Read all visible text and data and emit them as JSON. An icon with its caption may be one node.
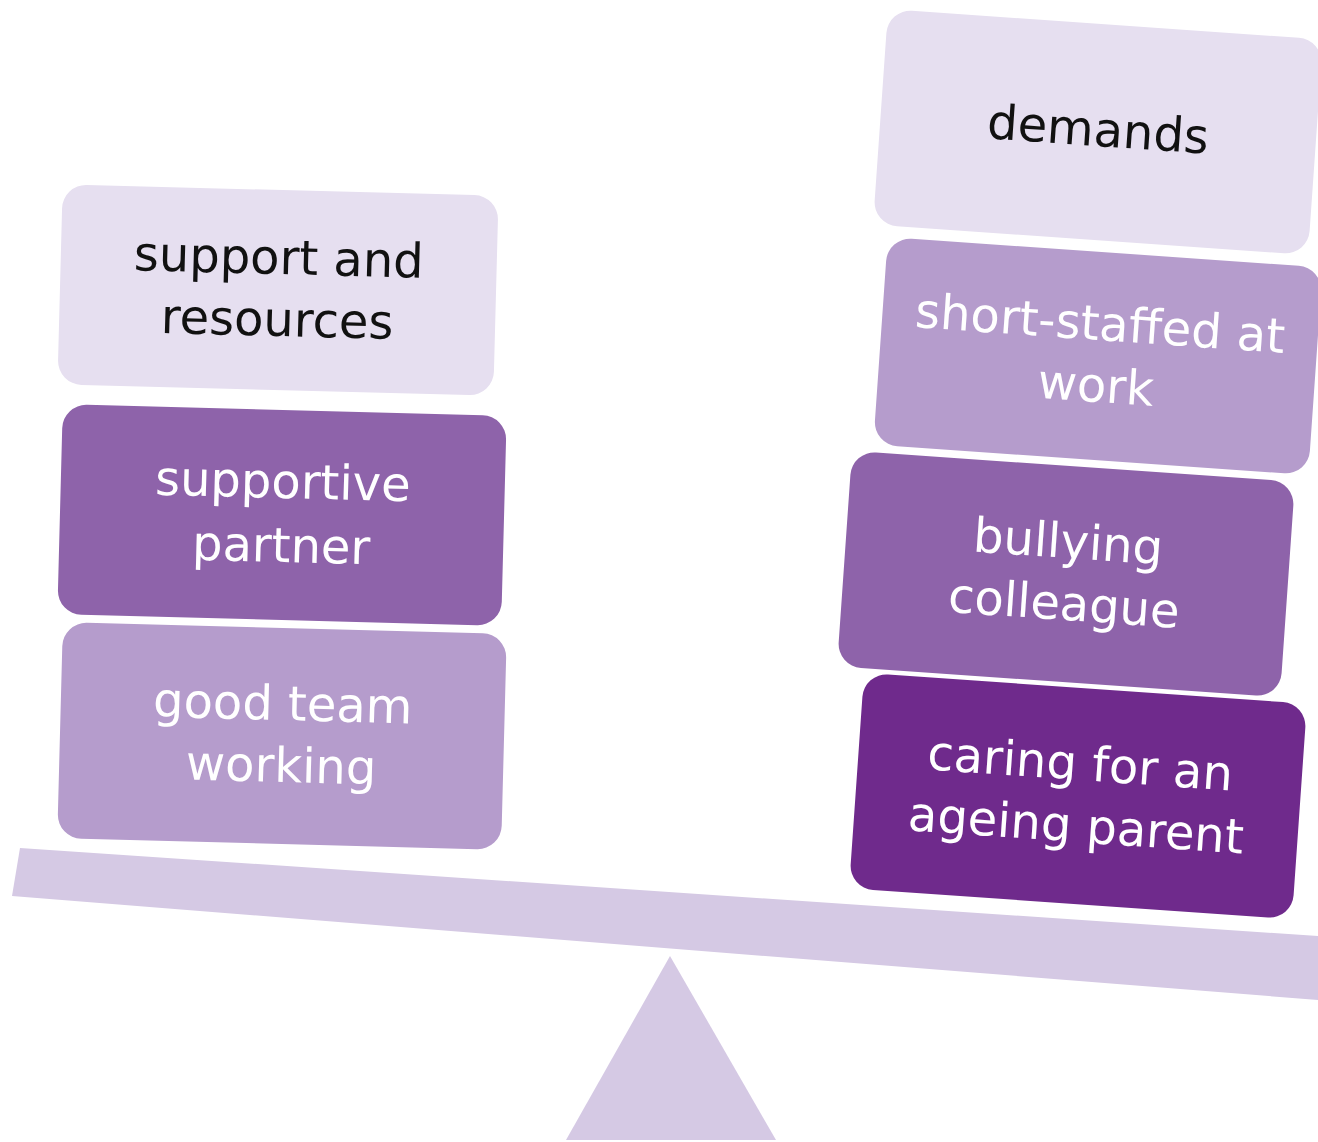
{
  "diagram": {
    "nodes": [
      {
        "text": [
          "support and resources"
        ]
      },
      {
        "text": [
          "supportive partner"
        ]
      },
      {
        "text": [
          "good team working"
        ]
      },
      {
        "text": [
          "demands"
        ]
      },
      {
        "text": [
          "short-staffed at work"
        ]
      },
      {
        "text": [
          "bullying colleague"
        ]
      },
      {
        "text": [
          "caring for an ageing parent"
        ]
      }
    ]
  }
}
